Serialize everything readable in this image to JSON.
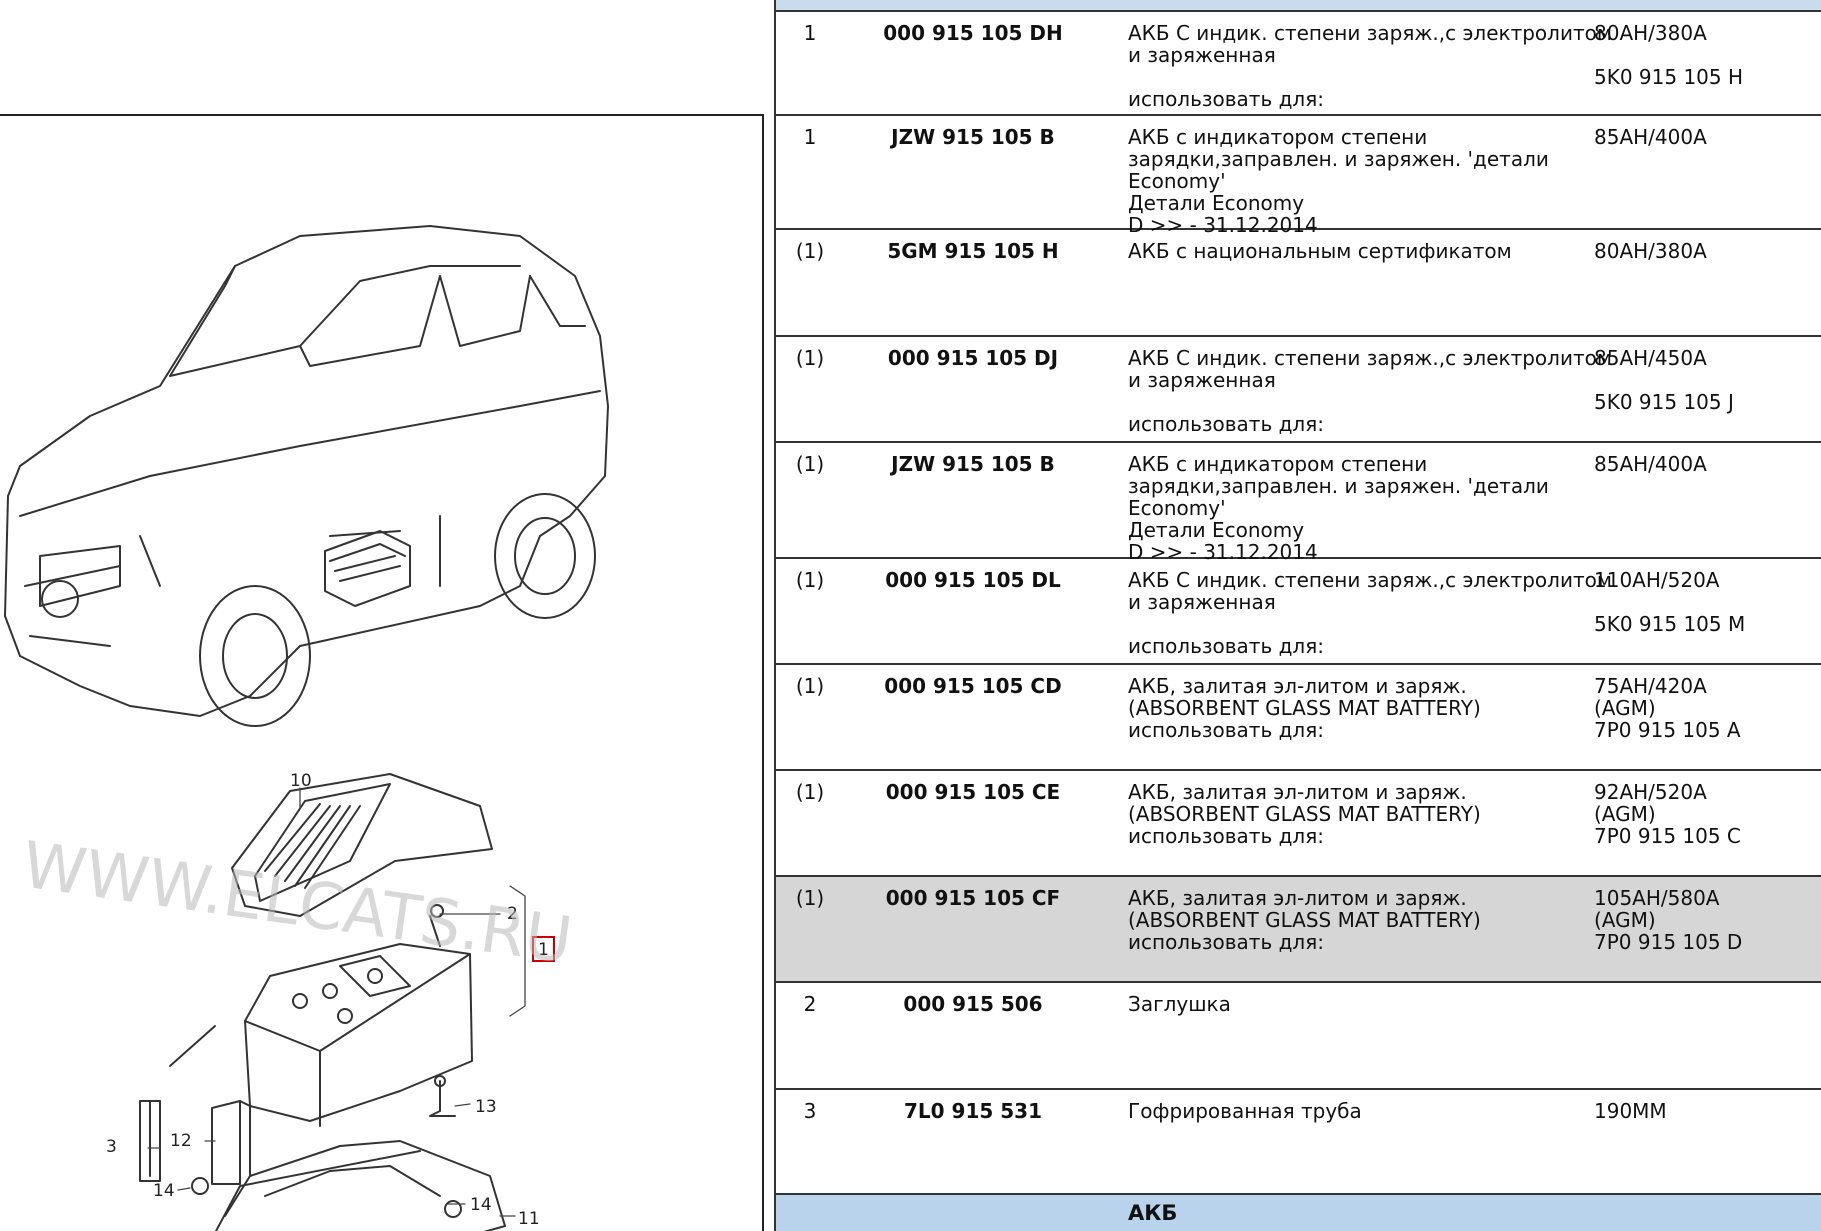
{
  "diagram": {
    "callouts": [
      {
        "id": "10",
        "label": "10"
      },
      {
        "id": "2",
        "label": "2"
      },
      {
        "id": "1",
        "label": "1"
      },
      {
        "id": "3",
        "label": "3"
      },
      {
        "id": "12",
        "label": "12"
      },
      {
        "id": "13",
        "label": "13"
      },
      {
        "id": "11",
        "label": "11"
      },
      {
        "id": "14a",
        "label": "14"
      },
      {
        "id": "14b",
        "label": "14"
      }
    ],
    "watermark": "WWW.ELCATS.RU"
  },
  "parts": [
    {
      "pos": "1",
      "number": "000 915 105 DH",
      "desc": [
        "АКБ С индик. степени заряж.,с электролитом",
        "и заряженная",
        "",
        "использовать для:"
      ],
      "note": [
        "80AH/380A",
        "",
        "5K0 915 105 H",
        ""
      ],
      "highlight": false
    },
    {
      "pos": "1",
      "number": "JZW 915 105 B",
      "desc": [
        "АКБ с индикатором степени",
        "зарядки,заправлен. и заряжен. 'детали",
        "Economy'",
        "Детали Economy",
        "D >> - 31.12.2014"
      ],
      "note": [
        "85AH/400A"
      ],
      "highlight": false
    },
    {
      "pos": "(1)",
      "number": "5GM 915 105 H",
      "desc": [
        "АКБ с национальным сертификатом"
      ],
      "note": [
        "80AH/380A"
      ],
      "highlight": false
    },
    {
      "pos": "(1)",
      "number": "000 915 105 DJ",
      "desc": [
        "АКБ С индик. степени заряж.,с электролитом",
        "и заряженная",
        "",
        "использовать для:"
      ],
      "note": [
        "85AH/450A",
        "",
        "5K0 915 105 J",
        ""
      ],
      "highlight": false
    },
    {
      "pos": "(1)",
      "number": "JZW 915 105 B",
      "desc": [
        "АКБ с индикатором степени",
        "зарядки,заправлен. и заряжен. 'детали",
        "Economy'",
        "Детали Economy",
        "D >> - 31.12.2014"
      ],
      "note": [
        "85AH/400A"
      ],
      "highlight": false
    },
    {
      "pos": "(1)",
      "number": "000 915 105 DL",
      "desc": [
        "АКБ С индик. степени заряж.,с электролитом",
        "и заряженная",
        "",
        "использовать для:"
      ],
      "note": [
        "110AH/520A",
        "",
        "5K0 915 105 M",
        ""
      ],
      "highlight": false
    },
    {
      "pos": "(1)",
      "number": "000 915 105 CD",
      "desc": [
        "АКБ, залитая эл-литом и заряж.",
        "(ABSORBENT GLASS MAT BATTERY)",
        "использовать для:"
      ],
      "note": [
        "75AH/420A",
        "(AGM)",
        "7P0 915 105 A"
      ],
      "highlight": false
    },
    {
      "pos": "(1)",
      "number": "000 915 105 CE",
      "desc": [
        "АКБ, залитая эл-литом и заряж.",
        "(ABSORBENT GLASS MAT BATTERY)",
        "использовать для:"
      ],
      "note": [
        "92AH/520A",
        "(AGM)",
        "7P0 915 105 C"
      ],
      "highlight": false
    },
    {
      "pos": "(1)",
      "number": "000 915 105 CF",
      "desc": [
        "АКБ, залитая эл-литом и заряж.",
        "(ABSORBENT GLASS MAT BATTERY)",
        "использовать для:"
      ],
      "note": [
        "105AH/580A",
        "(AGM)",
        "7P0 915 105 D"
      ],
      "highlight": true
    },
    {
      "pos": "2",
      "number": "000 915 506",
      "desc": [
        "Заглушка"
      ],
      "note": [],
      "highlight": false
    },
    {
      "pos": "3",
      "number": "7L0 915 531",
      "desc": [
        "Гофрированная труба"
      ],
      "note": [
        "190MM"
      ],
      "highlight": false
    }
  ],
  "footer": {
    "title": "АКБ"
  },
  "colors": {
    "header_strip": "#c9dcee",
    "footer": "#b9d3ec",
    "highlight_row": "#d6d6d6",
    "callout_box": "#cc0000"
  }
}
